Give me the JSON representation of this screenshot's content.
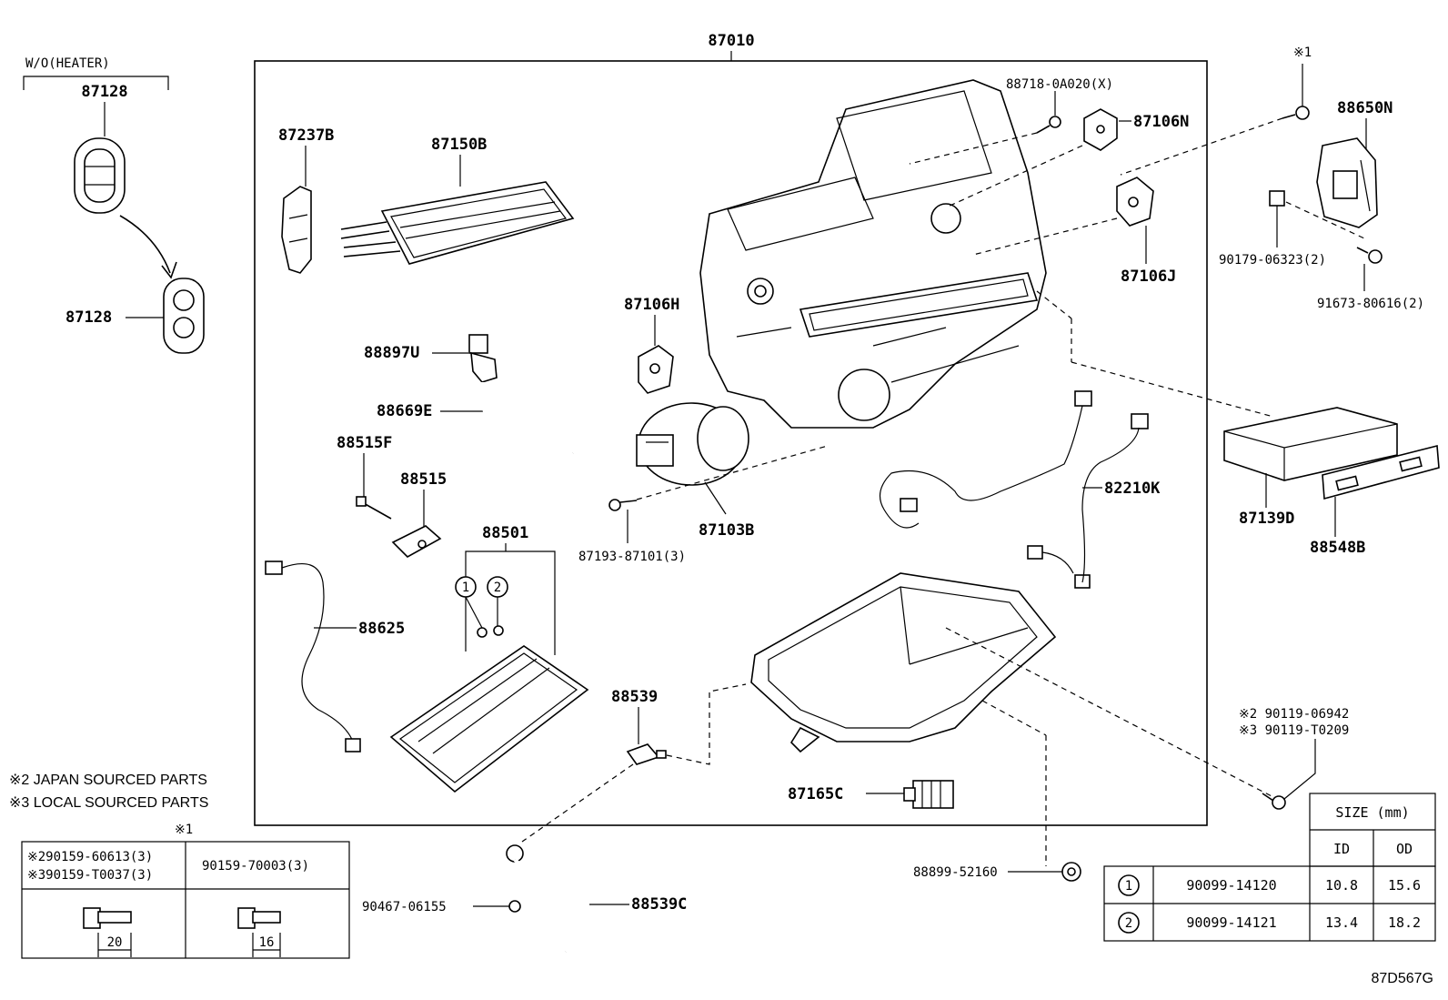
{
  "assembly_label": "87010",
  "variant_note": "W/O(HEATER)",
  "callouts": {
    "p87128_top": "87128",
    "p87128_bottom": "87128",
    "p87237B": "87237B",
    "p87150B": "87150B",
    "p88897U": "88897U",
    "p88669E": "88669E",
    "p88515F": "88515F",
    "p88515": "88515",
    "p88501": "88501",
    "p88625": "88625",
    "p87106H": "87106H",
    "p87103B": "87103B",
    "p87193": "87193-87101(3)",
    "p88539": "88539",
    "p88718": "88718-0A020(X)",
    "p87106N": "87106N",
    "p87106J": "87106J",
    "p82210K": "82210K",
    "p87165C": "87165C",
    "p88899": "88899-52160",
    "p90467": "90467-06155",
    "p88539C": "88539C",
    "p88650N": "88650N",
    "p90179": "90179-06323(2)",
    "p91673": "91673-80616(2)",
    "p87139D": "87139D",
    "p88548B": "88548B",
    "p_x1": "※1",
    "p90119a": "※2 90119-06942",
    "p90119b": "※3 90119-T0209"
  },
  "circled": [
    "1",
    "2"
  ],
  "notes": [
    "※2 JAPAN SOURCED PARTS",
    "※3 LOCAL SOURCED PARTS"
  ],
  "bolt_table": {
    "marker": "※1",
    "col1": [
      "※290159-60613(3)",
      "※390159-T0037(3)"
    ],
    "col2": "90159-70003(3)",
    "len1": "20",
    "len2": "16"
  },
  "size_table": {
    "header": "SIZE (mm)",
    "sub": [
      "ID",
      "OD"
    ],
    "rows": [
      {
        "mark": "1",
        "part": "90099-14120",
        "id": "10.8",
        "od": "15.6"
      },
      {
        "mark": "2",
        "part": "90099-14121",
        "id": "13.4",
        "od": "18.2"
      }
    ]
  },
  "figure_code": "87D567G"
}
